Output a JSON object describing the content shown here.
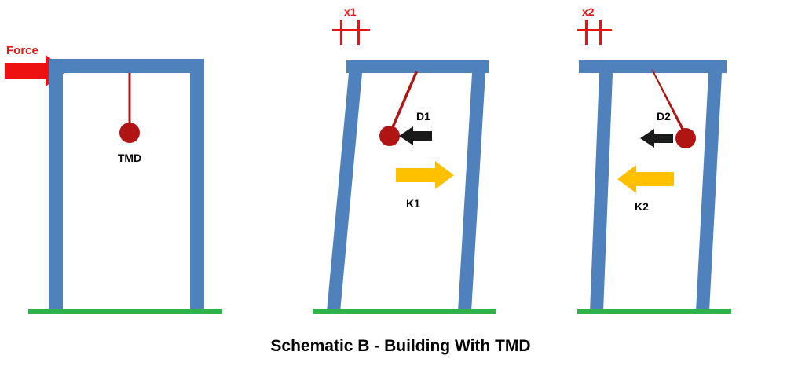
{
  "caption": "Schematic B - Building With TMD",
  "colors": {
    "frame": "#4f81bd",
    "ground": "#2db34a",
    "force": "#ee1111",
    "pendulum": "#b01513",
    "damper": "#1a1a1a",
    "spring": "#ffc000",
    "label": "#000000"
  },
  "frames": {
    "left": {
      "force_label": "Force",
      "tmd_label": "TMD"
    },
    "middle": {
      "displacement_label": "x1",
      "damper_label": "D1",
      "spring_label": "K1"
    },
    "right": {
      "displacement_label": "x2",
      "damper_label": "D2",
      "spring_label": "K2"
    }
  }
}
